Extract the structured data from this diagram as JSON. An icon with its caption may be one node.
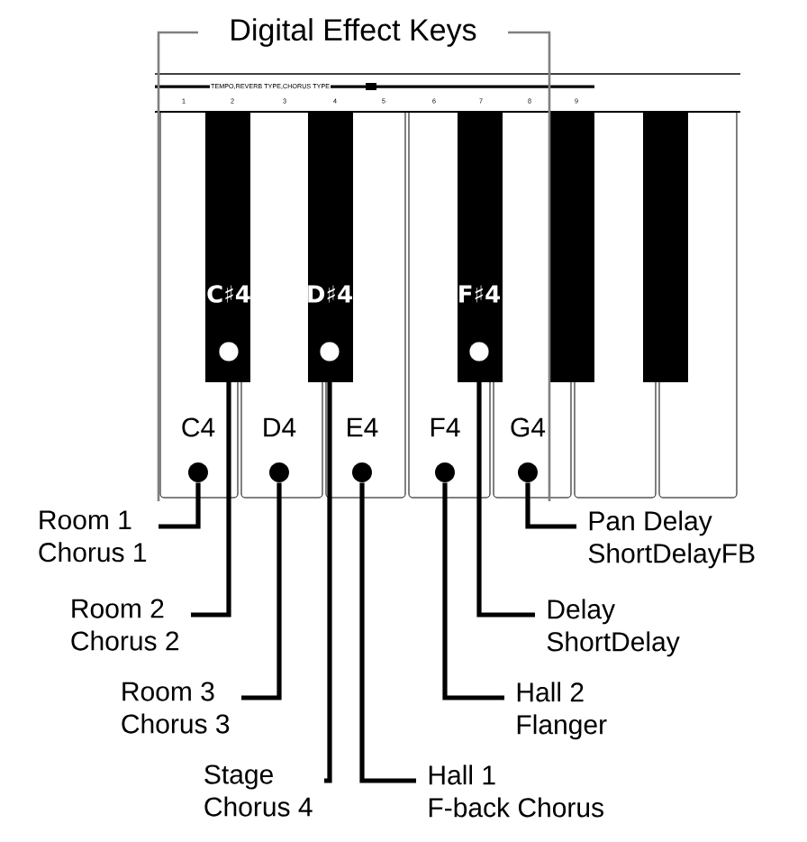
{
  "diagram": {
    "title": "Digital Effect Keys",
    "nodes": [
      {
        "text": [],
        "shape": "circle"
      },
      {
        "text": [],
        "shape": "circle"
      },
      {
        "text": [],
        "shape": "circle"
      },
      {
        "text": [],
        "shape": "circle"
      },
      {
        "text": [],
        "shape": "circle"
      },
      {
        "text": [],
        "shape": "circle"
      },
      {
        "text": [],
        "shape": "circle"
      },
      {
        "text": [],
        "shape": "circle"
      },
      {
        "text": [
          "Room 1",
          "Chorus 1"
        ]
      },
      {
        "text": [
          "Pan Delay",
          "ShortDelayFB"
        ]
      },
      {
        "text": [
          "Room 2",
          "Chorus 2"
        ]
      },
      {
        "text": [
          "Delay",
          "ShortDelay"
        ]
      },
      {
        "text": [
          "Room 3",
          "Chorus 3"
        ]
      },
      {
        "text": [
          "Hall 2",
          "Flanger"
        ]
      },
      {
        "text": [
          "Stage",
          "Chorus 4"
        ]
      },
      {
        "text": [
          "Hall 1",
          "F-back Chorus"
        ]
      }
    ],
    "edges": [
      {
        "from": 8,
        "to": 0,
        "arrow": "none"
      },
      {
        "from": 9,
        "to": 7,
        "arrow": "none"
      },
      {
        "from": 10,
        "to": 1,
        "arrow": "none"
      },
      {
        "from": 11,
        "to": 6,
        "arrow": "none"
      },
      {
        "from": 12,
        "to": 2,
        "arrow": "none"
      },
      {
        "from": 13,
        "to": 5,
        "arrow": "none"
      },
      {
        "from": 14,
        "to": 3,
        "arrow": "none"
      },
      {
        "from": 15,
        "to": 4,
        "arrow": "none"
      }
    ],
    "labels": [
      "TEMPO,REVERB TYPE,CHORUS TYPE",
      "1",
      "2",
      "3",
      "4",
      "5",
      "6",
      "7",
      "8",
      "9",
      "C♯4",
      "D♯4",
      "F♯4",
      "C4",
      "D4",
      "E4",
      "F4",
      "G4"
    ]
  }
}
